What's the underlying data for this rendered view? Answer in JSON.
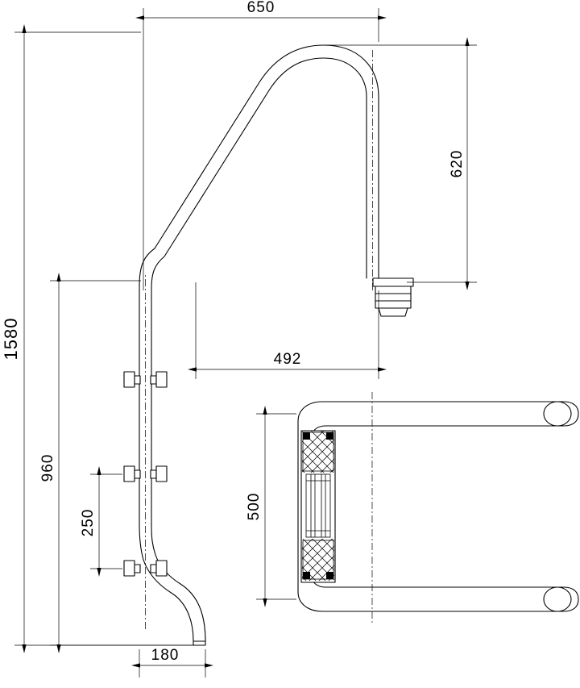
{
  "drawing": {
    "title": "Pool ladder technical drawing",
    "units_note": "",
    "dimensions": {
      "top_width": "650",
      "upper_height": "620",
      "overall_height": "1580",
      "mid_height": "960",
      "offset_depth": "492",
      "rung_spacing": "250",
      "base_width": "180",
      "step_width": "500"
    },
    "labels": [
      {
        "id": "dim-650",
        "value": "650",
        "orientation": "horizontal"
      },
      {
        "id": "dim-620",
        "value": "620",
        "orientation": "vertical"
      },
      {
        "id": "dim-1580",
        "value": "1580",
        "orientation": "vertical"
      },
      {
        "id": "dim-960",
        "value": "960",
        "orientation": "vertical"
      },
      {
        "id": "dim-492",
        "value": "492",
        "orientation": "horizontal"
      },
      {
        "id": "dim-250",
        "value": "250",
        "orientation": "vertical"
      },
      {
        "id": "dim-180",
        "value": "180",
        "orientation": "horizontal"
      },
      {
        "id": "dim-500",
        "value": "500",
        "orientation": "vertical"
      }
    ]
  }
}
